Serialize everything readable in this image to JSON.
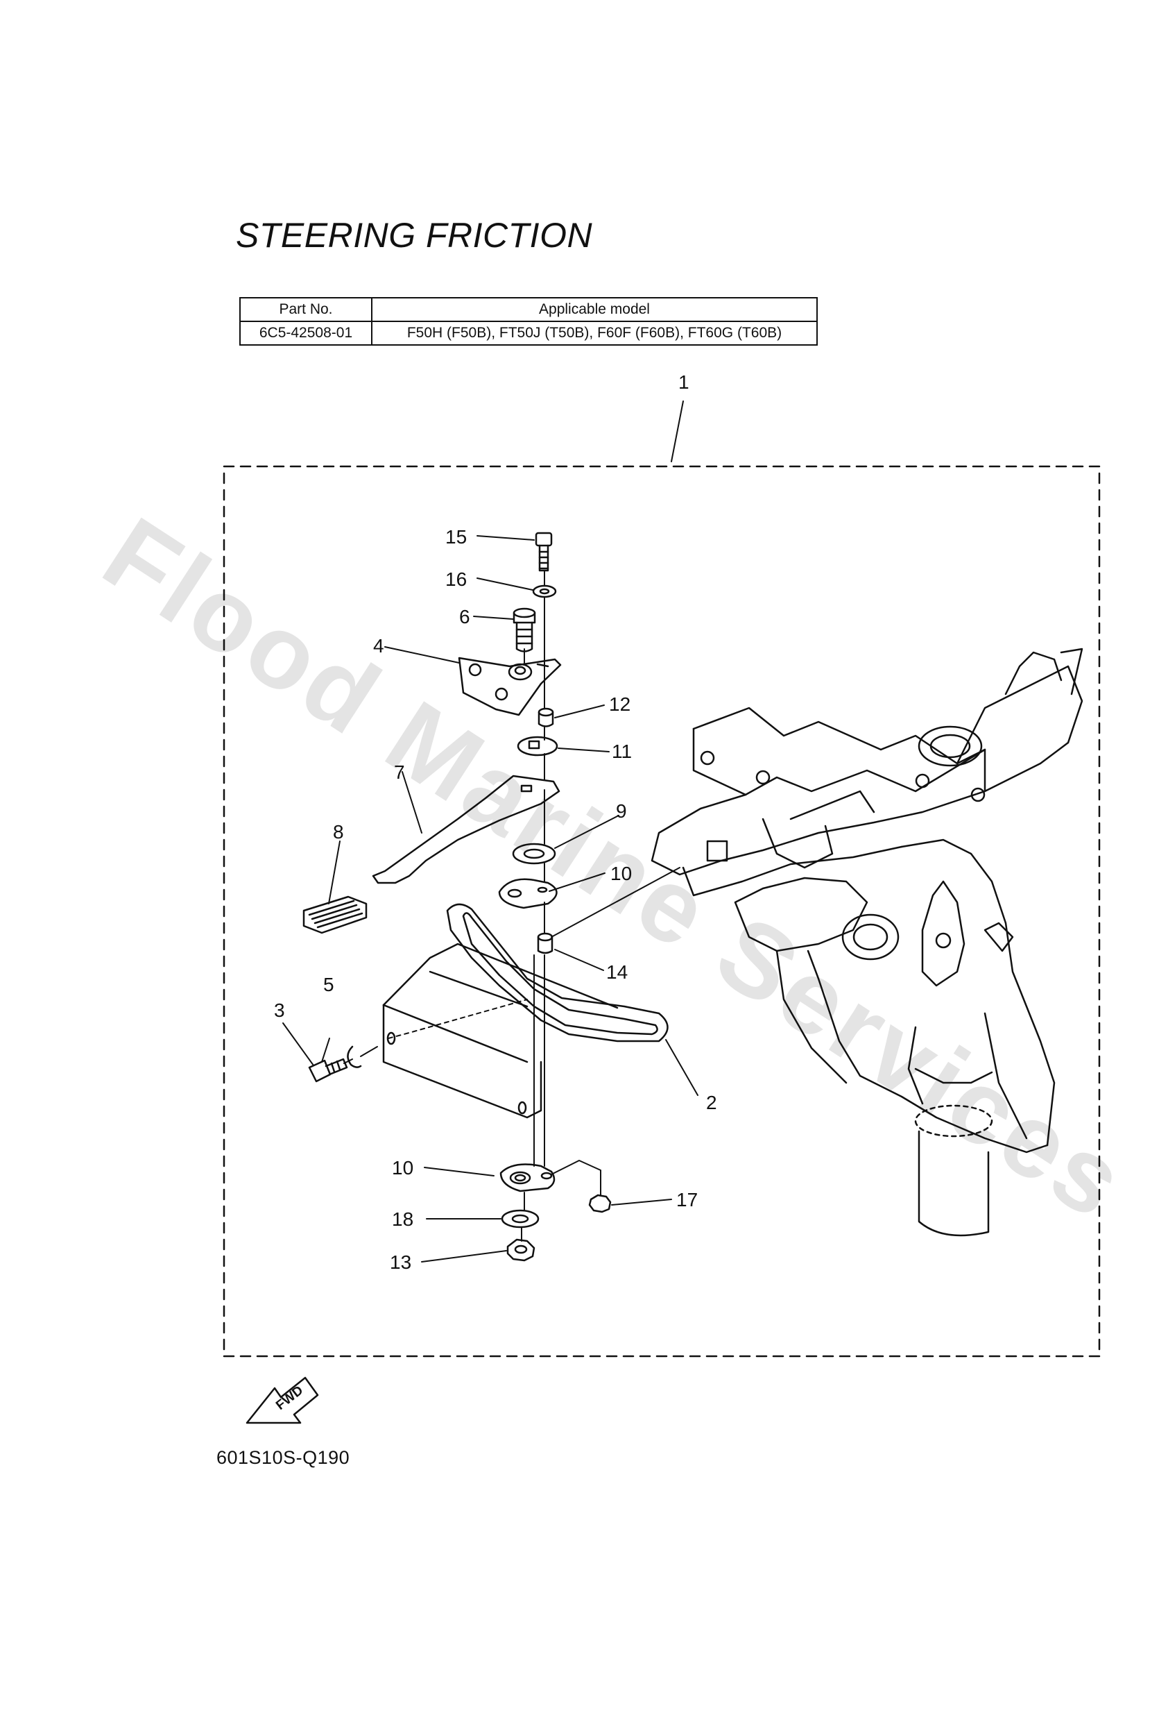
{
  "title": "STEERING FRICTION",
  "parts_table": {
    "headers": [
      "Part No.",
      "Applicable model"
    ],
    "rows": [
      [
        "6C5-42508-01",
        "F50H (F50B), FT50J (T50B), F60F (F60B), FT60G (T60B)"
      ]
    ]
  },
  "callouts": [
    "1",
    "2",
    "3",
    "4",
    "5",
    "6",
    "7",
    "8",
    "9",
    "10",
    "11",
    "12",
    "13",
    "14",
    "15",
    "16",
    "17",
    "18"
  ],
  "fwd_label": "FWD",
  "diagram_code": "601S10S-Q190",
  "watermark": "Flood Marine Services",
  "colors": {
    "line": "#111111",
    "watermark": "#dcdcdc",
    "background": "#ffffff"
  }
}
